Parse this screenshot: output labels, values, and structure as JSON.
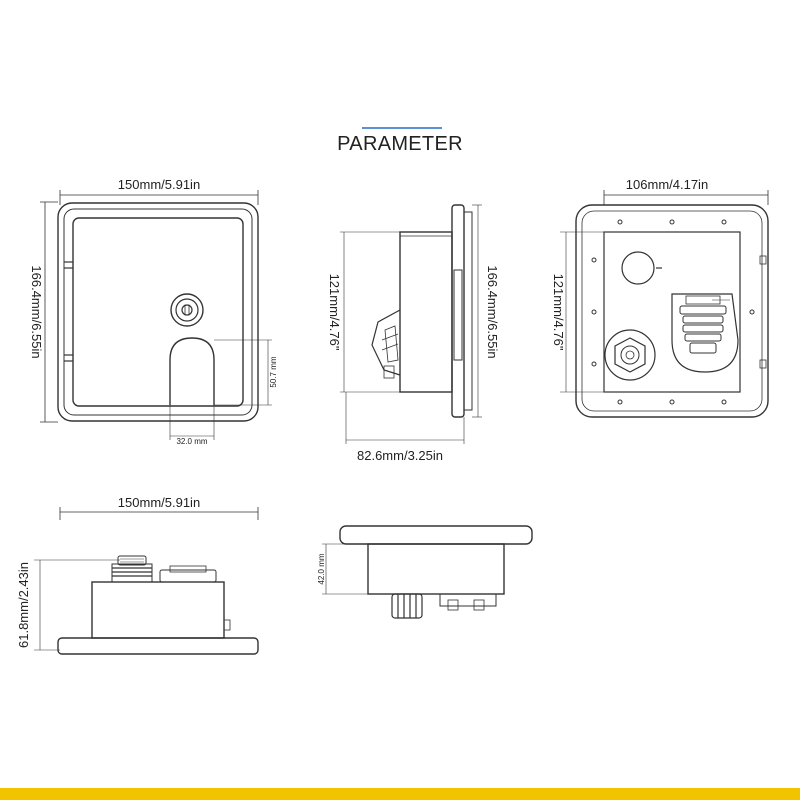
{
  "title": "PARAMETER",
  "colors": {
    "accent_rule": "#5b8fd6",
    "bottom_bar": "#f2c400",
    "line": "#333333"
  },
  "front_view": {
    "width_label": "150mm/5.91in",
    "height_label": "166.4mm/6.55in",
    "opening_height_label": "50.7 mm",
    "opening_width_label": "32.0 mm"
  },
  "side_view": {
    "inner_height_label": "121mm/4.76\"",
    "outer_height_label": "166.4mm/6.55in",
    "depth_label": "82.6mm/3.25in"
  },
  "back_view": {
    "width_label": "106mm/4.17in",
    "height_label": "121mm/4.76\""
  },
  "bottom_view": {
    "width_label": "150mm/5.91in",
    "height_label": "61.8mm/2.43in"
  },
  "top_view": {
    "height_label": "42.0 mm"
  }
}
